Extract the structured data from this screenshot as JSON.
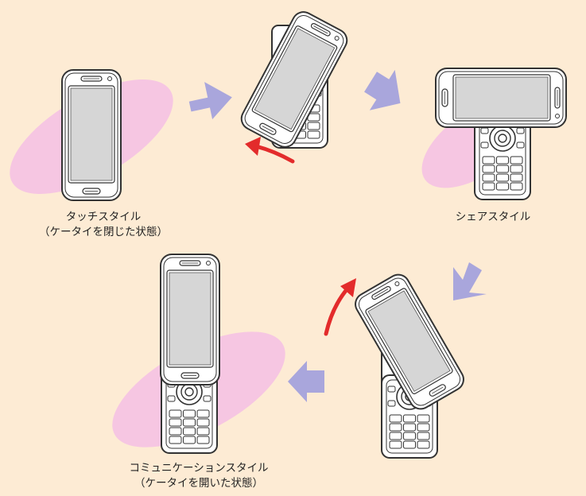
{
  "captions": {
    "touch_style": {
      "line1": "タッチスタイル",
      "line2": "（ケータイを閉じた状態）"
    },
    "share_style": {
      "line1": "シェアスタイル"
    },
    "communication_style": {
      "line1": "コミュニケーションスタイル",
      "line2": "（ケータイを開いた状態）"
    }
  },
  "colors": {
    "background": "#fdebd4",
    "highlight_ellipse": "#f6c6e2",
    "step_arrow": "#a9a6dc",
    "rotation_arrow": "#e32b2b",
    "device_outline": "#333333",
    "screen": "#d6d6d6"
  },
  "icons": [
    "step-arrow-icon",
    "rotation-arrow-icon"
  ]
}
